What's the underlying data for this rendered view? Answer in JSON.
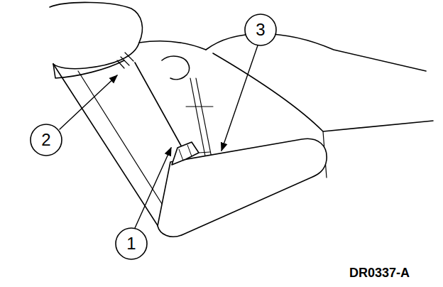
{
  "diagram": {
    "labels": [
      "3",
      "2",
      "1",
      "DR0337-A"
    ]
  }
}
